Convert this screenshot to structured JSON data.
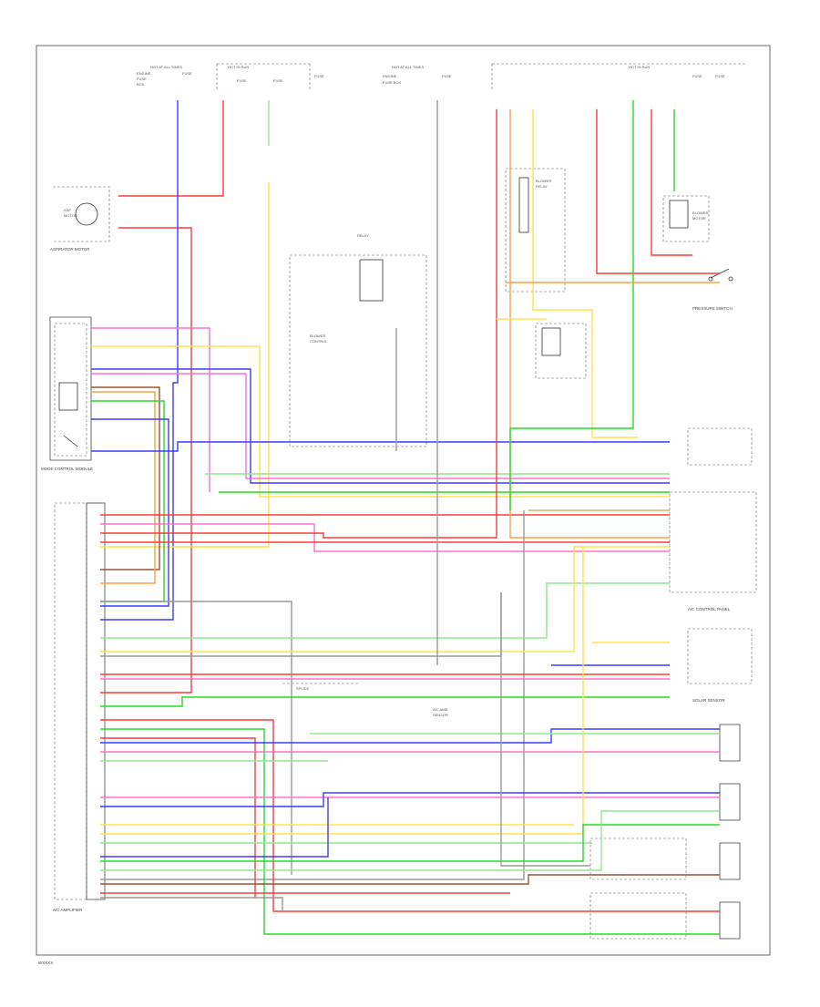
{
  "colors": {
    "red": "#ff3a3a",
    "pink": "#ff70c8",
    "blue": "#3b3bff",
    "lightblue": "#7fb0ff",
    "green": "#22dd22",
    "lightgreen": "#8ee88e",
    "yellow": "#ffe24a",
    "orange": "#ffa040",
    "brown": "#a0522d",
    "gray": "#9a9a9a",
    "black": "#333333",
    "tan": "#d8b060"
  },
  "labels": {
    "footer": "WXXXX",
    "aspirator_motor": "ASPIRATOR MOTOR",
    "module_label": "MODE CONTROL MODULE",
    "amplifier": "A/C AMPLIFIER",
    "pressure_switch": "PRESSURE SWITCH",
    "right_connector": "A/C CONTROL PANEL",
    "sensor_connector": "SOLAR SENSOR"
  }
}
